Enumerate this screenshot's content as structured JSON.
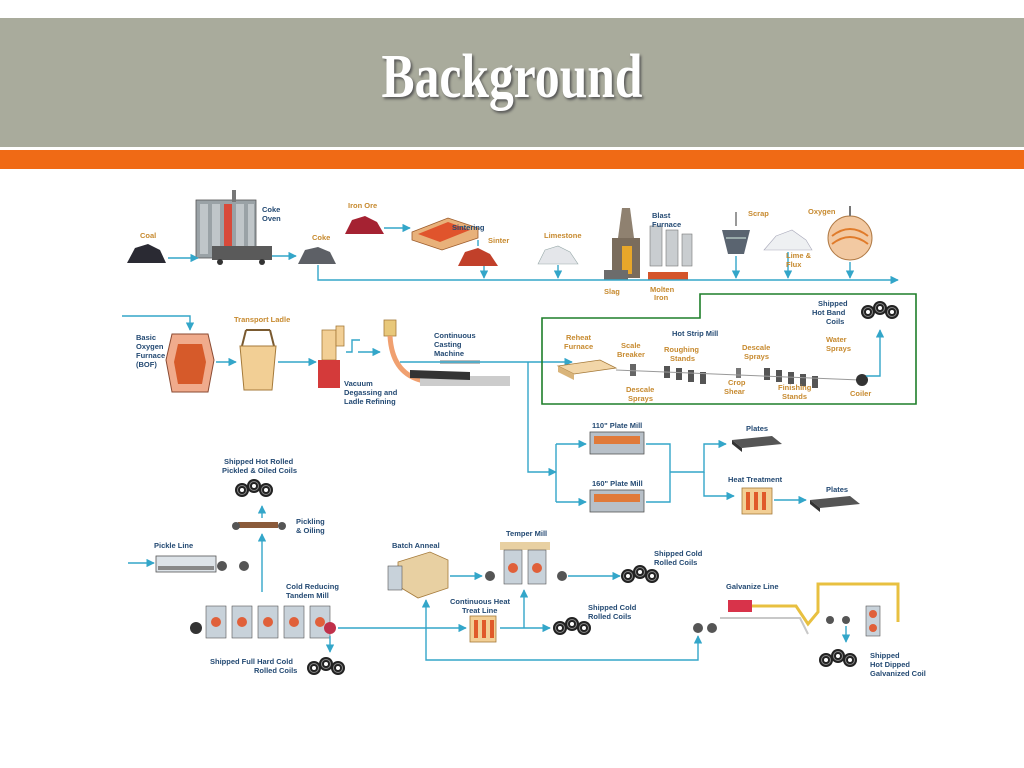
{
  "slide": {
    "title": "Background",
    "colors": {
      "header": "#a9ab9c",
      "stripe": "#f06a15",
      "flow": "#33a6c9",
      "highlight_box": "#1e7f2a"
    }
  },
  "labels": {
    "coal": "Coal",
    "coke_oven_1": "Coke",
    "coke_oven_2": "Oven",
    "coke": "Coke",
    "iron_ore": "Iron Ore",
    "sintering": "Sintering",
    "sinter": "Sinter",
    "limestone": "Limestone",
    "blast_furnace_1": "Blast",
    "blast_furnace_2": "Furnace",
    "slag": "Slag",
    "molten_iron_1": "Molten",
    "molten_iron_2": "Iron",
    "scrap": "Scrap",
    "lime_flux_1": "Lime &",
    "lime_flux_2": "Flux",
    "oxygen": "Oxygen",
    "bof_1": "Basic",
    "bof_2": "Oxygen",
    "bof_3": "Furnace",
    "bof_4": "(BOF)",
    "transport_ladle": "Transport Ladle",
    "vacuum_1": "Vacuum",
    "vacuum_2": "Degassing and",
    "vacuum_3": "Ladle Refining",
    "caster_1": "Continuous",
    "caster_2": "Casting",
    "caster_3": "Machine",
    "reheat_1": "Reheat",
    "reheat_2": "Furnace",
    "scale_1": "Scale",
    "scale_2": "Breaker",
    "hot_strip_mill": "Hot Strip Mill",
    "roughing_1": "Roughing",
    "roughing_2": "Stands",
    "descale_top_1": "Descale",
    "descale_top_2": "Sprays",
    "descale_bot_1": "Descale",
    "descale_bot_2": "Sprays",
    "crop_1": "Crop",
    "crop_2": "Shear",
    "finishing_1": "Finishing",
    "finishing_2": "Stands",
    "water_1": "Water",
    "water_2": "Sprays",
    "coiler": "Coiler",
    "shipped_hot_band_1": "Shipped",
    "shipped_hot_band_2": "Hot Band",
    "shipped_hot_band_3": "Coils",
    "plate_mill_110": "110\" Plate Mill",
    "plate_mill_160": "160\" Plate Mill",
    "plates_1": "Plates",
    "heat_treatment": "Heat Treatment",
    "plates_2": "Plates",
    "shipped_pickled_1": "Shipped Hot Rolled",
    "shipped_pickled_2": "Pickled & Oiled Coils",
    "pickling_1": "Pickling",
    "pickling_2": "& Oiling",
    "pickle_line": "Pickle Line",
    "cold_reducing_1": "Cold Reducing",
    "cold_reducing_2": "Tandem Mill",
    "shipped_full_hard_1": "Shipped Full Hard Cold",
    "shipped_full_hard_2": "Rolled Coils",
    "batch_anneal": "Batch Anneal",
    "temper_mill": "Temper Mill",
    "shipped_cold_a_1": "Shipped Cold",
    "shipped_cold_a_2": "Rolled Coils",
    "cont_heat_1": "Continuous Heat",
    "cont_heat_2": "Treat Line",
    "shipped_cold_b_1": "Shipped Cold",
    "shipped_cold_b_2": "Rolled Coils",
    "galvanize_line": "Galvanize Line",
    "shipped_galv_1": "Shipped",
    "shipped_galv_2": "Hot Dipped",
    "shipped_galv_3": "Galvanized Coil"
  }
}
